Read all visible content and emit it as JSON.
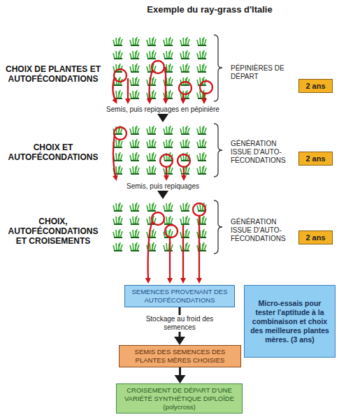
{
  "diagram": {
    "title": "Exemple du ray-grass d'Italie",
    "nodes": [
      {
        "text": [
          "2 ans"
        ]
      },
      {
        "text": [
          "2 ans"
        ]
      },
      {
        "text": [
          "2 ans"
        ]
      },
      {
        "text": [
          "SEMENCES PROVENANT DES AUTOFÉCONDATIONS"
        ]
      },
      {
        "text": [
          "Micro-essais pour tester l'aptitude à la combinaison et choix des meilleures plantes mères. (3 ans)"
        ]
      },
      {
        "text": [
          "SEMIS DES SEMENCES DES PLANTES MÈRES CHOISIES"
        ]
      },
      {
        "text": [
          "CROISEMENT DE DÉPART D'UNE VARIÉTÉ SYNTHÉTIQUE DIPLOÏDE (polycross)"
        ]
      }
    ],
    "edges": [
      {
        "from": 3,
        "to": 5,
        "label": "Stockage au froid des semences",
        "arrow": "to"
      },
      {
        "from": 5,
        "to": 6,
        "arrow": "to"
      }
    ],
    "labels": [
      "CHOIX DE PLANTES ET AUTOFÉCONDATIONS",
      "PÉPINIÈRES DE DÉPART",
      "Semis, puis repiquages en pépinière",
      "CHOIX ET AUTOFÉCONDATIONS",
      "GÉNÉRATION ISSUE D'AUTO-FÉCONDATIONS",
      "Semis, puis repiquages",
      "CHOIX, AUTOFÉCONDATIONS ET CROISEMENTS",
      "GÉNÉRATION ISSUE D'AUTO-FÉCONDATIONS"
    ]
  }
}
